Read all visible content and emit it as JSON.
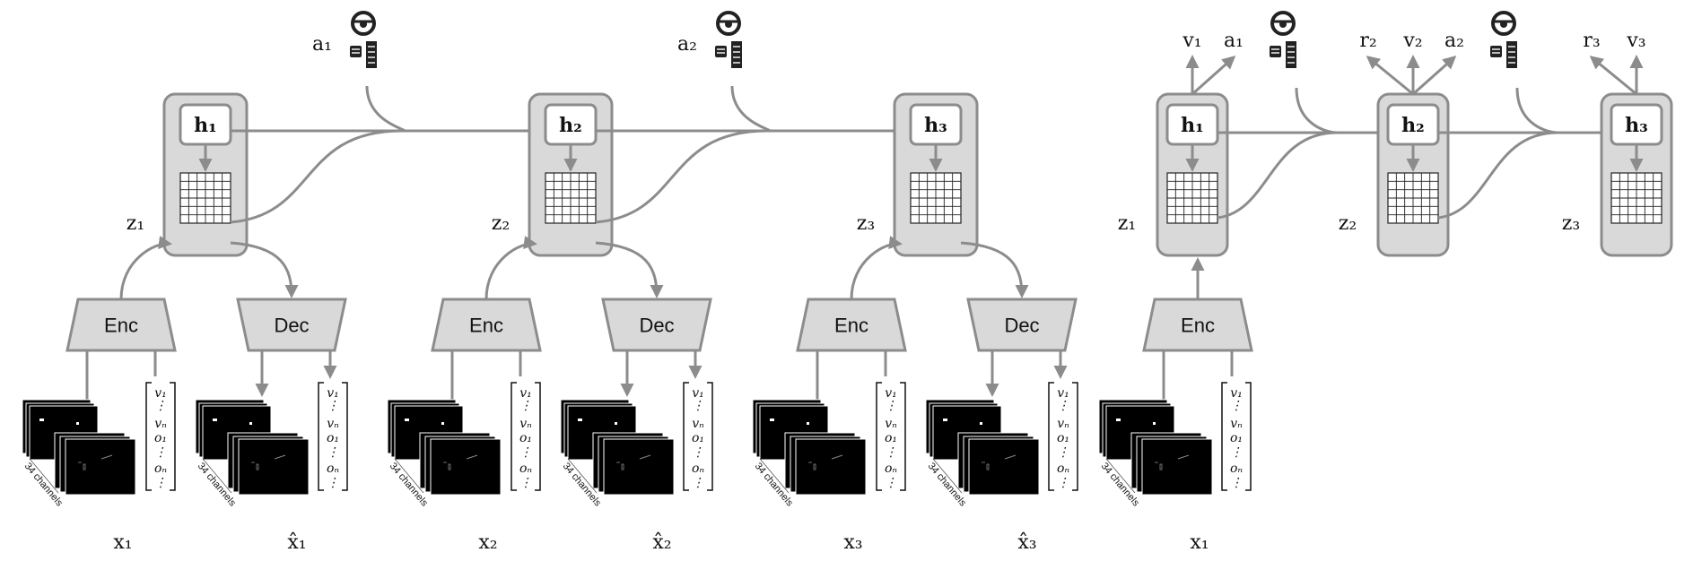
{
  "colors": {
    "stroke": "#8c8c8c",
    "box_fill": "#d9d9d9",
    "h_fill": "#ffffff",
    "frame_black": "#000000",
    "text": "#111111"
  },
  "icons": {
    "control": "steering-wheel-and-pedals-icon"
  },
  "channel_label": "34 channels",
  "enc_label": "Enc",
  "dec_label": "Dec",
  "vector_entries": [
    "v₁",
    "⋮",
    "vₙ",
    "o₁",
    "⋮",
    "oₙ",
    "⋮"
  ],
  "left_steps": [
    {
      "h": "h₁",
      "z": "z₁",
      "a": "a₁",
      "x": "x₁",
      "xhat": "x̂₁"
    },
    {
      "h": "h₂",
      "z": "z₂",
      "a": "a₂",
      "x": "x₂",
      "xhat": "x̂₂"
    },
    {
      "h": "h₃",
      "z": "z₃",
      "x": "x₃",
      "xhat": "x̂₃"
    }
  ],
  "right_steps": [
    {
      "h": "h₁",
      "z": "z₁",
      "x": "x₁",
      "outputs": [
        "v₁",
        "a₁"
      ]
    },
    {
      "h": "h₂",
      "z": "z₂",
      "outputs": [
        "r₂",
        "v₂",
        "a₂"
      ]
    },
    {
      "h": "h₃",
      "z": "z₃",
      "outputs": [
        "r₃",
        "v₃"
      ]
    }
  ]
}
